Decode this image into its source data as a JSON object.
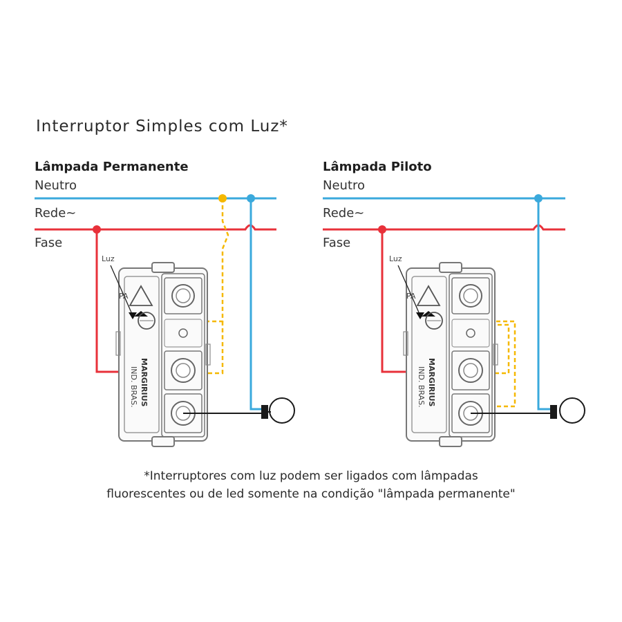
{
  "title": "Interruptor Simples com Luz*",
  "panels": [
    {
      "subtitle": "Lâmpada Permanente",
      "neutro": "Neutro",
      "rede": "Rede~",
      "fase": "Fase",
      "luz": "Luz",
      "pa": "PA",
      "brand": "MARGIRIUS",
      "brand2": "IND. BRAS."
    },
    {
      "subtitle": "Lâmpada Piloto",
      "neutro": "Neutro",
      "rede": "Rede~",
      "fase": "Fase",
      "luz": "Luz",
      "pa": "PA",
      "brand": "MARGIRIUS",
      "brand2": "IND. BRAS."
    }
  ],
  "footnote": {
    "line1": "*Interruptores com luz podem ser ligados com lâmpadas",
    "line2": "fluorescentes ou de led somente na condição \"lâmpada permanente\""
  },
  "colors": {
    "neutro": "#3aa9dc",
    "fase": "#e8313a",
    "luz_wire": "#f5b800",
    "lamp_wire": "#1a1a1a",
    "switch_body": "#777777"
  }
}
